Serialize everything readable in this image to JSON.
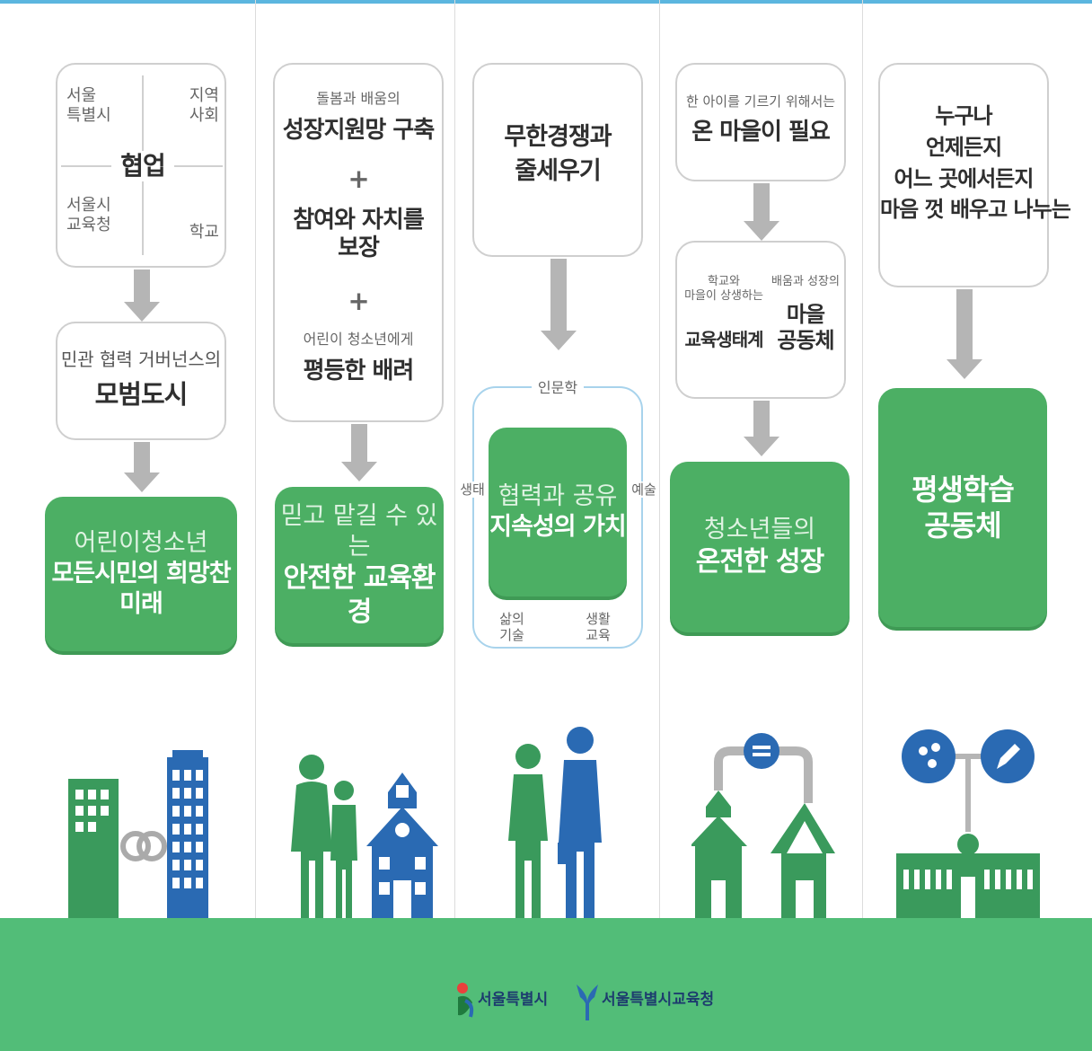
{
  "col1": {
    "collab_corners": [
      "서울\n특별시",
      "지역\n사회",
      "서울시\n교육청",
      "학교"
    ],
    "collab_center": "협업",
    "gov_small": "민관 협력 거버넌스의",
    "gov_big": "모범도시",
    "result_line1": "어린이청소년",
    "result_line2": "모든시민의 희망찬 미래"
  },
  "col2": {
    "line1_small": "돌봄과 배움의",
    "line1_big": "성장지원망 구축",
    "plus": "+",
    "line2_big": "참여와 자치를\n보장",
    "line3_small": "어린이 청소년에게",
    "line3_big": "평등한 배려",
    "result_line1": "믿고 맡길 수 있는",
    "result_line2": "안전한 교육환경"
  },
  "col3": {
    "box_text": "무한경쟁과\n줄세우기",
    "ring_top": "인문학",
    "ring_left": "생태",
    "ring_right": "예술",
    "ring_bottom_left": "삶의\n기술",
    "ring_bottom_right": "생활\n교육",
    "result_line1": "협력과 공유",
    "result_line2": "지속성의 가치"
  },
  "col4": {
    "top_small": "한 아이를 기르기 위해서는",
    "top_big": "온 마을이 필요",
    "left_small": "학교와\n마을이 상생하는",
    "left_big": "교육생태계",
    "right_small": "배움과 성장의",
    "right_big": "마을\n공동체",
    "result_line1": "청소년들의",
    "result_line2": "온전한 성장"
  },
  "col5": {
    "box_text": "누구나\n언제든지\n어느 곳에서든지\n마음 껏 배우고 나누는",
    "result_line1": "평생학습",
    "result_line2": "공동체"
  },
  "footer": {
    "logo1": "서울특별시",
    "logo2": "서울특별시교육청"
  },
  "colors": {
    "green": "#4caf64",
    "dark_green": "#3a9a5c",
    "blue": "#2a6ab3",
    "ground": "#52bd78",
    "gray_arrow": "#b5b5b5"
  },
  "icons": [
    "building-icon",
    "link-icon",
    "people-icon",
    "school-icon",
    "business-people-icon",
    "house-icon",
    "network-icon",
    "pencil-icon",
    "library-icon"
  ]
}
